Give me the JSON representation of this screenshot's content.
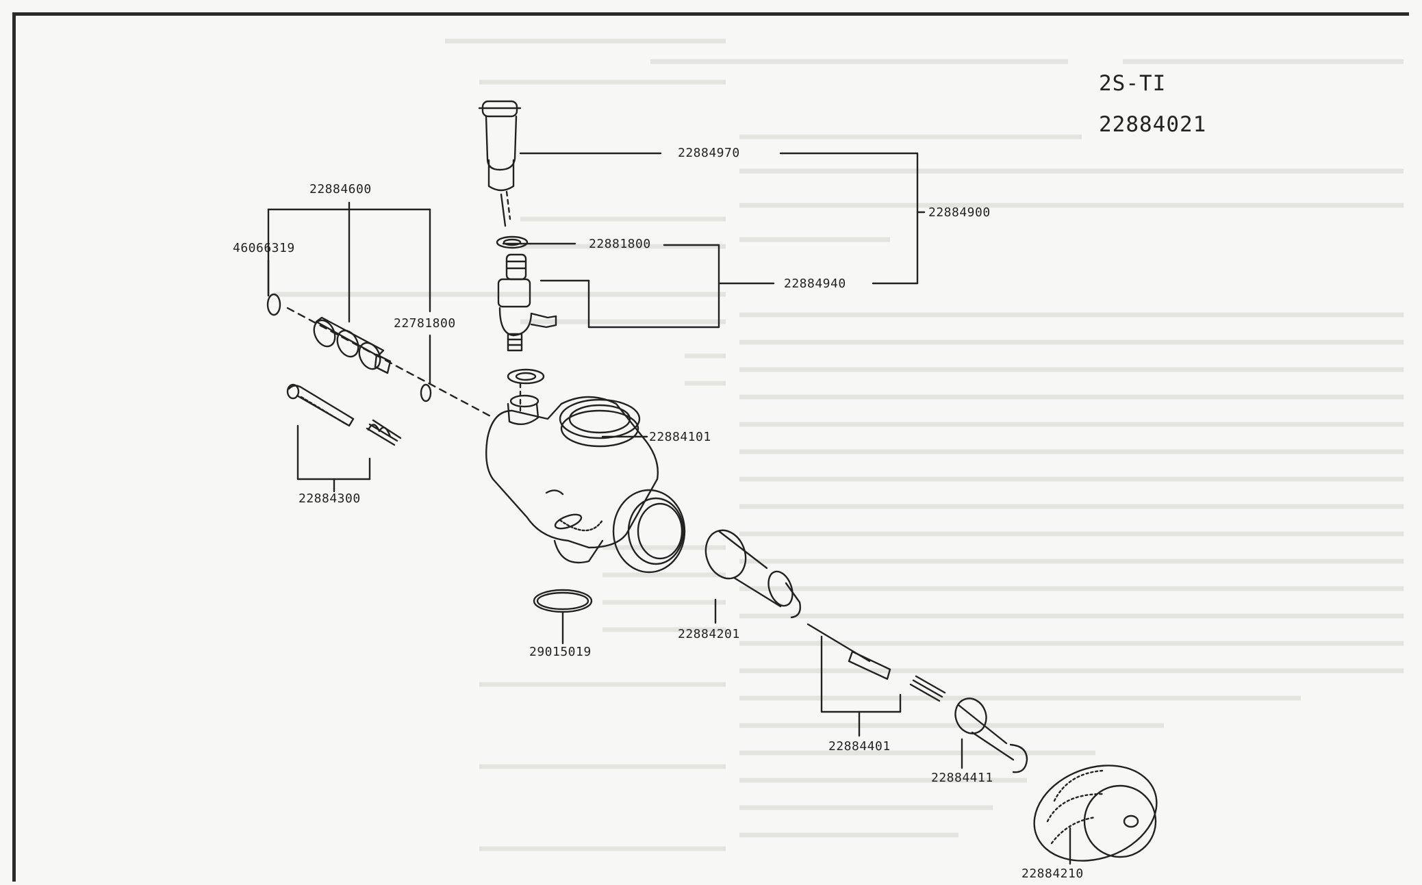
{
  "header": {
    "model": "2S-TI",
    "assembly_number": "22884021"
  },
  "parts": {
    "p22884970": "22884970",
    "p22884900": "22884900",
    "p22881800": "22881800",
    "p22884940": "22884940",
    "p22884600": "22884600",
    "p46066319": "46066319",
    "p22781800": "22781800",
    "p22884101": "22884101",
    "p22884300": "22884300",
    "p22884201": "22884201",
    "p29015019": "29015019",
    "p22884401": "22884401",
    "p22884411": "22884411",
    "p22884210": "22884210"
  },
  "colors": {
    "ink": "#222222",
    "paper": "#f7f7f5",
    "bleed": "#c9c9c6"
  }
}
